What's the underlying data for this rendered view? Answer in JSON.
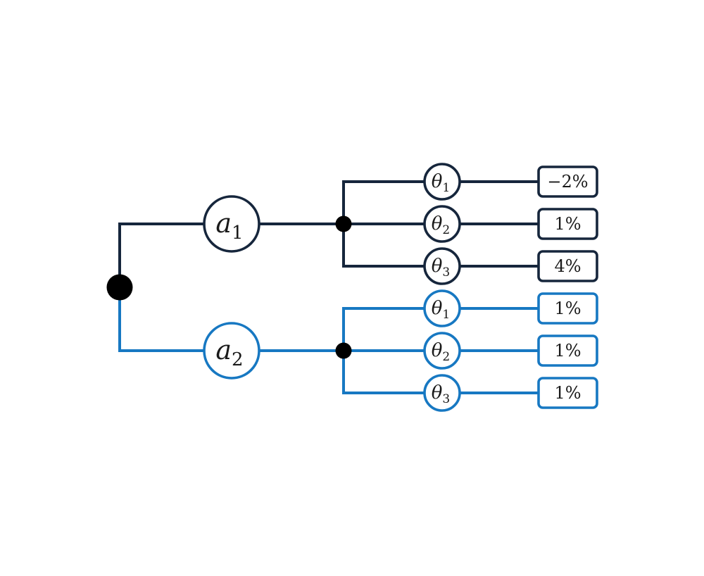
{
  "figure": {
    "background": "#ffffff",
    "node_fill": "#ffffff",
    "dot_color": "#000000",
    "tree": {
      "root": {
        "type": "decision-node"
      },
      "branches": [
        {
          "id": "a1",
          "action_label": "a",
          "action_sub": "1",
          "color": "#16263C",
          "outcomes": [
            {
              "theta_label": "θ",
              "theta_sub": "1",
              "value": "−2%"
            },
            {
              "theta_label": "θ",
              "theta_sub": "2",
              "value": "1%"
            },
            {
              "theta_label": "θ",
              "theta_sub": "3",
              "value": "4%"
            }
          ]
        },
        {
          "id": "a2",
          "action_label": "a",
          "action_sub": "2",
          "color": "#1778C2",
          "outcomes": [
            {
              "theta_label": "θ",
              "theta_sub": "1",
              "value": "1%"
            },
            {
              "theta_label": "θ",
              "theta_sub": "2",
              "value": "1%"
            },
            {
              "theta_label": "θ",
              "theta_sub": "3",
              "value": "1%"
            }
          ]
        }
      ]
    }
  }
}
